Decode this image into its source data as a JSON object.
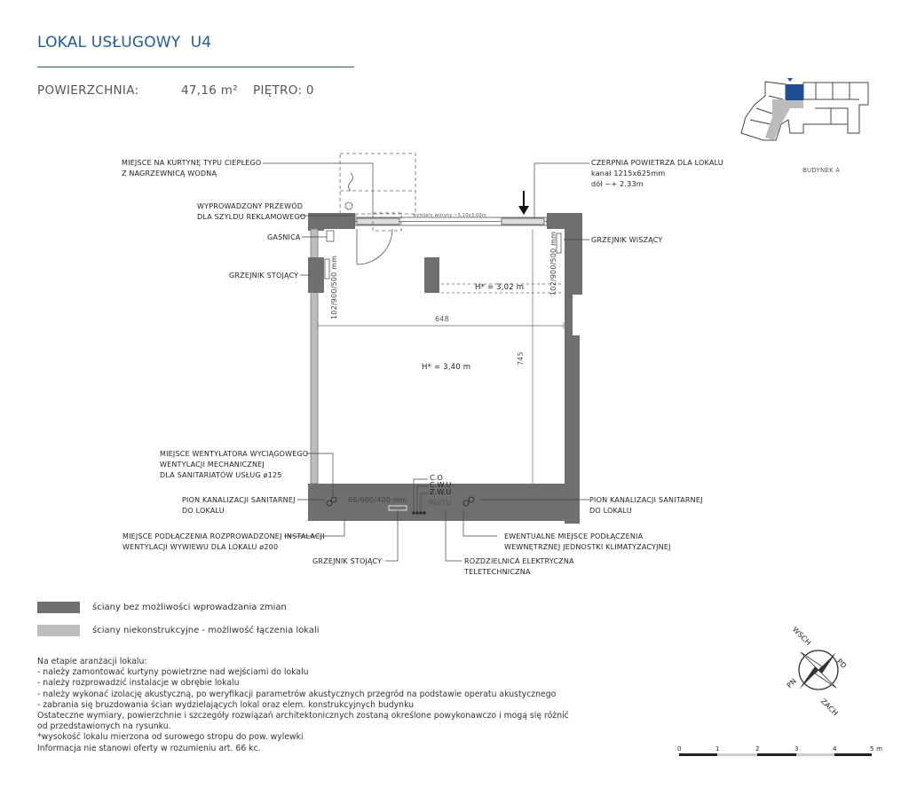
{
  "header": {
    "title": "LOKAL USŁUGOWY  U4",
    "area_label": "POWIERZCHNIA:",
    "area_value": "47,16 m²",
    "floor_label": "PIĘTRO: 0"
  },
  "key_plan": {
    "caption": "BUDYNEK A"
  },
  "plan": {
    "heights": {
      "main": "H* = 3,40 m",
      "lowered": "H* = 3,02 m"
    },
    "dimensions": {
      "width": "648",
      "depth": "745",
      "window": "wymiary witryny ~5,10x3,00m"
    },
    "radiator_sizes": {
      "left": "102/900/500 mm",
      "right": "102/900/500 mm",
      "bottom": "66/600/400 mm"
    },
    "risers": {
      "co": "C.O",
      "cwu": "C.W.U",
      "zwu": "Z.W.U",
      "rutu": "RU/TU"
    },
    "labels": {
      "curtain": [
        "MIEJSCE NA KURTYNĘ TYPU CIEPŁEGO",
        "Z NAGRZEWNICĄ WODNĄ"
      ],
      "sign_wire": [
        "WYPROWADZONY PRZEWÓD",
        "DLA SZYLDU REKLAMOWEGO"
      ],
      "extinguisher": [
        "GAŚNICA"
      ],
      "radiator_standing_left": [
        "GRZEJNIK STOJĄCY"
      ],
      "air_intake": [
        "CZERPNIA POWIETRZA DLA LOKALU",
        "kanał 1215x625mm",
        "dół ~+ 2.33m"
      ],
      "radiator_hanging": [
        "GRZEJNIK WISZĄCY"
      ],
      "exhaust_fan": [
        "MIEJSCE WENTYLATORA WYCIĄGOWEGO",
        "WENTYLACJI MECHANICZNEJ",
        "DLA SANITARIATÓW USŁUG ø125"
      ],
      "sewer_left": [
        "PION KANALIZACJI SANITARNEJ",
        "DO LOKALU"
      ],
      "sewer_right": [
        "PION KANALIZACJI SANITARNEJ",
        "DO LOKALU"
      ],
      "vent_supply": [
        "MIEJSCE PODŁĄCZENIA ROZPROWADZONEJ INSTALACJI",
        "WENTYLACJI WYWIEWU DLA LOKALU ø200"
      ],
      "radiator_standing_bottom": [
        "GRZEJNIK STOJĄCY"
      ],
      "ac_unit": [
        "EWENTUALNE MIEJSCE PODŁĄCZENIA",
        "WEWNĘTRZNEJ JEDNOSTKI KLIMATYZACYJNEJ"
      ],
      "switchboard": [
        "ROZDZIELNICA ELEKTRYCZNA",
        "TELETECHNICZNA"
      ]
    }
  },
  "legend": {
    "items": [
      {
        "color": "#6f6f6f",
        "text": "ściany bez możliwości wprowadzania zmian"
      },
      {
        "color": "#bdbdbd",
        "text": "ściany niekonstrukcyjne - możliwość łączenia lokali"
      }
    ]
  },
  "notes": [
    "Na etapie aranżacji lokalu:",
    "- należy zamontować kurtyny powietrzne nad wejściami do lokalu",
    "- należy rozprowadzić instalacje w obrębie lokalu",
    "- należy wykonać izolację akustyczną, po weryfikacji parametrów akustycznych przegród na podstawie operatu akustycznego",
    "- zabrania się bruzdowania ścian wydzielających lokal oraz elem. konstrukcyjnych budynku",
    "Ostateczne wymiary, powierzchnie i szczegóły rozwiązań architektonicznych zostaną określone powykonawczo i mogą się różnić",
    "od przedstawionych na rysunku.",
    "*wysokość lokalu mierzona od surowego stropu do pow. wylewki",
    "Informacja nie stanowi oferty w rozumieniu art. 66 kc."
  ],
  "compass": {
    "n1": "WSCH",
    "n2": "PD",
    "n3": "ZACH",
    "n4": "PN"
  },
  "scale_bar": {
    "ticks": [
      "0",
      "1",
      "2",
      "3",
      "4",
      "5 m"
    ]
  },
  "colors": {
    "title": "#1f5c99",
    "wall_structural": "#6f6f6f",
    "wall_light": "#bdbdbd",
    "highlight": "#1f4e96"
  }
}
